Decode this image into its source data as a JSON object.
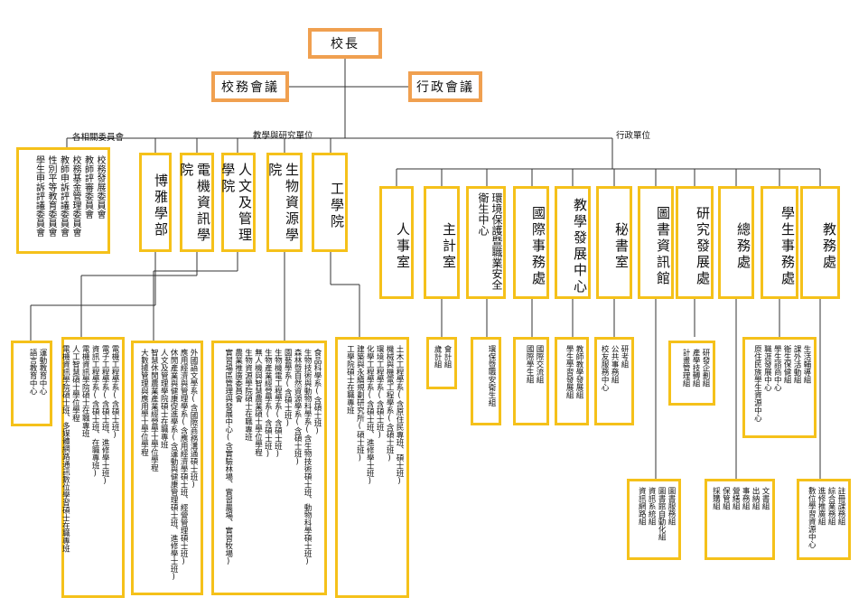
{
  "top": {
    "president": "校長",
    "school_affairs_meeting": "校務會議",
    "administrative_meeting": "行政會議"
  },
  "labels": {
    "committees": "各相關委員會",
    "academic_units": "教學與研究單位",
    "administrative_units": "行政單位"
  },
  "committees": [
    "校務發展委員會",
    "教師評審委員會",
    "校務基金管理委員會",
    "教師申訴評議委員會",
    "性別平等教育委員會",
    "學生申訴評議委員會"
  ],
  "colleges": [
    {
      "name": "博雅學部",
      "items": [
        "運動教育中心",
        "語言教育中心"
      ]
    },
    {
      "name": "電機資訊學院",
      "items": [
        "電機工程學系(含碩士班)",
        "電子工程學系(含碩士班、進修學士班)",
        "資訊工程學系(含碩士班、在職專班)",
        "電機資訊學院碩士在職專班",
        "人工智慧碩士學位學程",
        "電機資訊學院碩士班、多媒體網路通訊數位學習碩士在職專班"
      ]
    },
    {
      "name": "人文及管理學院",
      "items": [
        "外國語文學系(含國際商務溝通碩士班)",
        "應用經濟與管理學系(含應用經濟學碩士班、經營管理碩士班)",
        "休閒產業與健康促進學系(含運動與健康管理碩士班、進修學士班)",
        "人文及管理學院碩士在職專班",
        "智慧休閒農業產業經營學士學位學程",
        "大數據管理與應用學士學位學程"
      ]
    },
    {
      "name": "生物資源學院",
      "items": [
        "食品科學系(含碩士班)",
        "生物技術與動物科學系(含生物技術碩士班、動物科學碩士班)",
        "森林暨自然資源學系(含碩士班)",
        "園藝學系(含碩士班)",
        "生物機電工程學系(含碩士班)",
        "生物產業經營學系(含碩士班)",
        "無人機與智慧農業碩士學位學程",
        "生物資源學院碩士在職專班",
        "農業推廣委員會",
        "實習場區管理與發展中心(含實驗林場、實習農場、實習牧場)"
      ]
    },
    {
      "name": "工學院",
      "items": [
        "土木工程學系(含原住民專班、碩士班)",
        "機械與機電工程學系(含碩士班)",
        "環境工程學系(含碩士班)",
        "化學工程學系(含碩士班、進修學士班)",
        "建築與永續規劃研究所(碩士班)",
        "工學院碩士在職專班"
      ]
    }
  ],
  "admin_units": [
    {
      "name": "人事室",
      "items": []
    },
    {
      "name": "主計室",
      "items": [
        "會計組",
        "歲計組"
      ]
    },
    {
      "name": "環境保護暨職業安全衛生中心",
      "items": [
        "環保暨職安衛生組"
      ]
    },
    {
      "name": "國際事務處",
      "items": [
        "國際交流組",
        "國際學生組"
      ]
    },
    {
      "name": "教學發展中心",
      "items": [
        "教師教學發展組",
        "學生學習發展組"
      ]
    },
    {
      "name": "秘書室",
      "items": [
        "研考組",
        "公共事務組",
        "校友服務中心"
      ]
    },
    {
      "name": "圖書資訊館",
      "items": [
        "圖書服務組",
        "圖書館自動化組",
        "資訊系統組",
        "資訊網路組"
      ]
    },
    {
      "name": "研究發展處",
      "items": [
        "研發企劃組",
        "產學技轉組",
        "計畫管理組"
      ]
    },
    {
      "name": "總務處",
      "items": [
        "文書組",
        "出納組",
        "事務組",
        "營繕組",
        "保管組",
        "採購組"
      ]
    },
    {
      "name": "學生事務處",
      "items": [
        "生活輔導組",
        "課外活動組",
        "衛生保健組",
        "學生諮商中心",
        "職涯發展中心",
        "原住民族學生資源中心"
      ]
    },
    {
      "name": "教務處",
      "items": [
        "註冊課務組",
        "綜合業務組",
        "進修推廣組",
        "數位學習資源中心"
      ]
    }
  ],
  "colors": {
    "orange": "#f0a050",
    "yellow": "#f5c11a",
    "line": "#333333"
  }
}
